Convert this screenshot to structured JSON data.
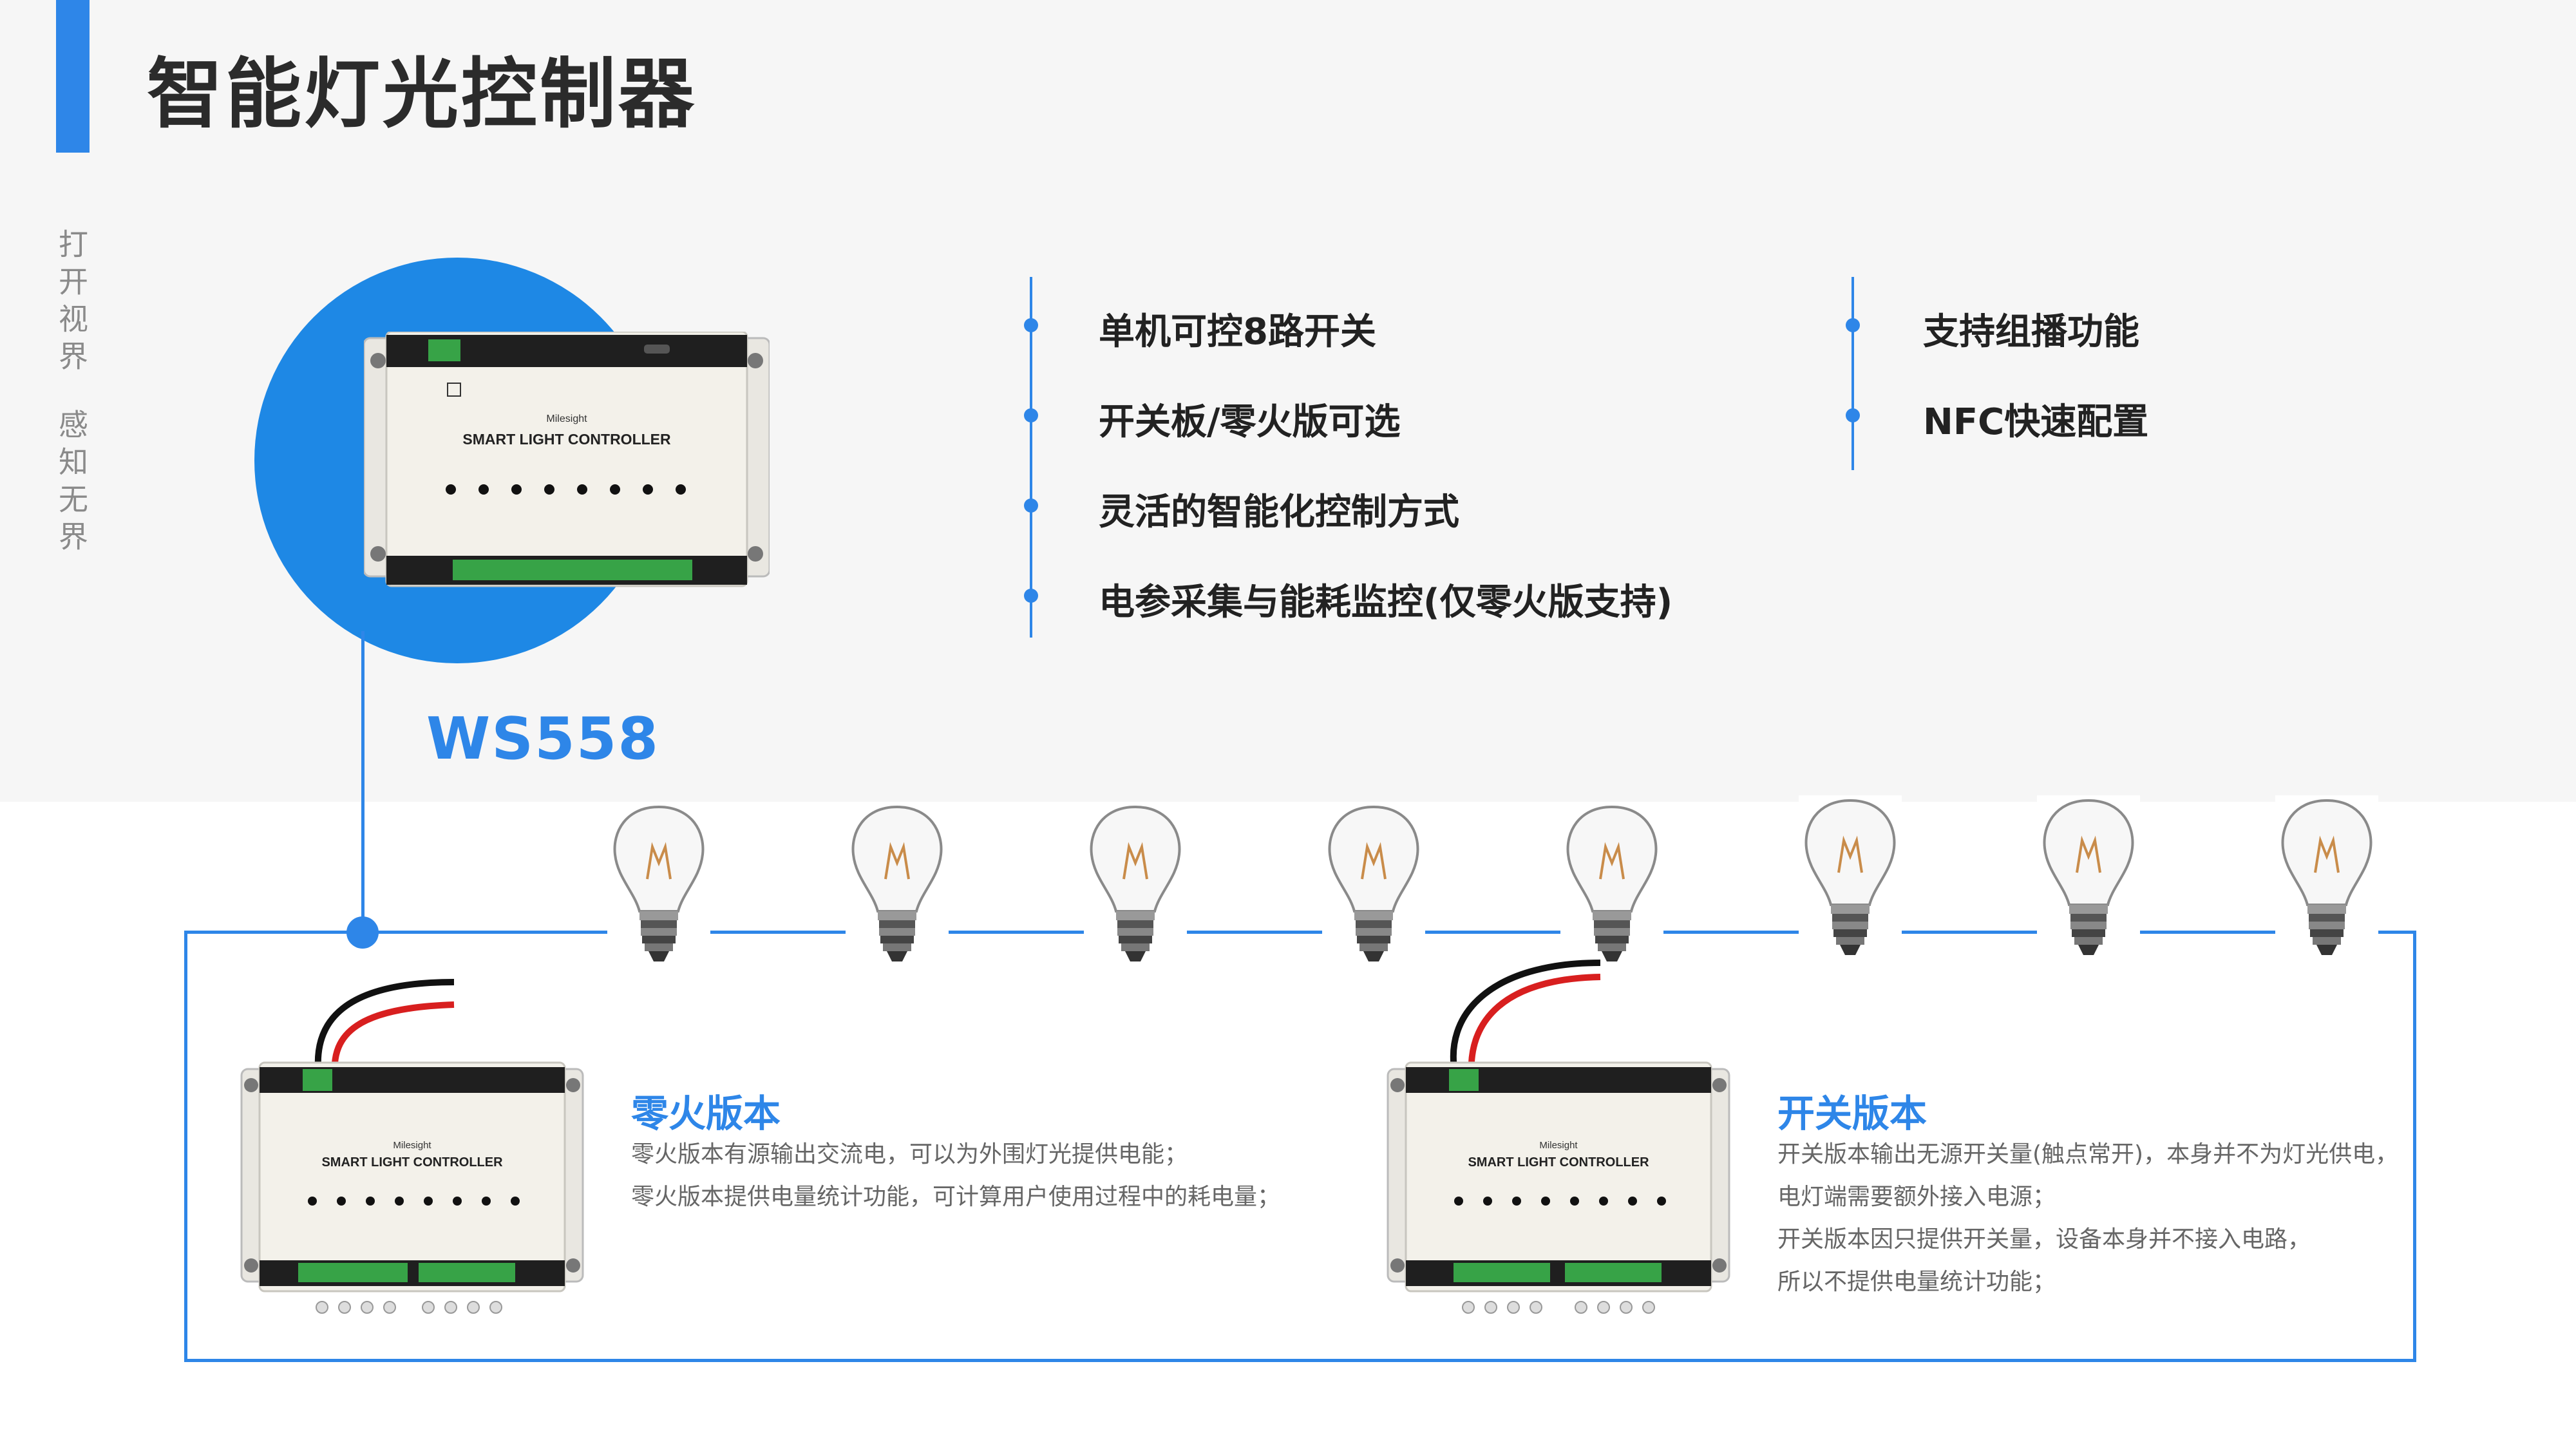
{
  "title": "智能灯光控制器",
  "slogan": [
    "打开视界",
    "感知无界"
  ],
  "model": "WS558",
  "device": {
    "label": "SMART LIGHT CONTROLLER",
    "brand": "Milesight"
  },
  "features_left": [
    "单机可控8路开关",
    "开关板/零火版可选",
    "灵活的智能化控制方式",
    "电参采集与能耗监控(仅零火版支持)"
  ],
  "features_right": [
    "支持组播功能",
    "NFC快速配置"
  ],
  "zero_fire": {
    "title": "零火版本",
    "lines": [
      "零火版本有源输出交流电，可以为外围灯光提供电能；",
      "零火版本提供电量统计功能，可计算用户使用过程中的耗电量；"
    ]
  },
  "switch": {
    "title": "开关版本",
    "lines": [
      "开关版本输出无源开关量(触点常开)，本身并不为灯光供电，",
      "电灯端需要额外接入电源；",
      "开关版本因只提供开关量，设备本身并不接入电路，",
      "所以不提供电量统计功能；"
    ]
  },
  "colors": {
    "accent": "#2e86e8",
    "title_text": "#2b2b2b",
    "desc_text": "#666666"
  }
}
